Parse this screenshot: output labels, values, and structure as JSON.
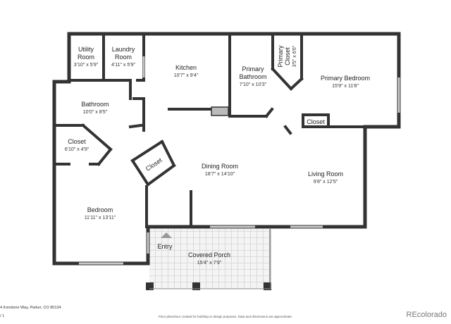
{
  "rooms": {
    "utility": {
      "name_line1": "Utility",
      "name_line2": "Room",
      "dims": "3'10\" x 5'9\""
    },
    "laundry": {
      "name_line1": "Laundry",
      "name_line2": "Room",
      "dims": "4'11\" x 5'9\""
    },
    "kitchen": {
      "name": "Kitchen",
      "dims": "10'7\" x 9'4\""
    },
    "primary_bath": {
      "name_line1": "Primary",
      "name_line2": "Bathroom",
      "dims": "7'10\" x 10'3\""
    },
    "primary_closet": {
      "name_line1": "Primary",
      "name_line2": "Closet",
      "dims": "3'5\" x 6'6\""
    },
    "primary_bed": {
      "name": "Primary Bedroom",
      "dims": "15'9\" x 11'8\""
    },
    "bathroom": {
      "name": "Bathroom",
      "dims": "10'0\" x 8'5\""
    },
    "closet_left": {
      "name": "Closet",
      "dims": "6'10\" x 4'9\""
    },
    "closet_mid": {
      "name": "Closet"
    },
    "closet_right": {
      "name": "Closet"
    },
    "dining": {
      "name": "Dining Room",
      "dims": "18'7\" x 14'10\""
    },
    "living": {
      "name": "Living Room",
      "dims": "9'8\" x 12'5\""
    },
    "bedroom": {
      "name": "Bedroom",
      "dims": "11'11\" x 13'11\""
    },
    "entry": {
      "name": "Entry"
    },
    "porch": {
      "name": "Covered Porch",
      "dims": "15'4\" x 7'9\""
    }
  },
  "footer": {
    "address": "4 Ironstone Way, Parker, CO 80134",
    "page_marker": "/ 1",
    "disclaimer": "Floor plans/tour created for building or design purposes. Data and dimensions are approximate.",
    "brand": "REcolorado"
  },
  "colors": {
    "wall": "#333333",
    "window": "#bfbfbf",
    "porch_fill": "#f2f2f2"
  }
}
